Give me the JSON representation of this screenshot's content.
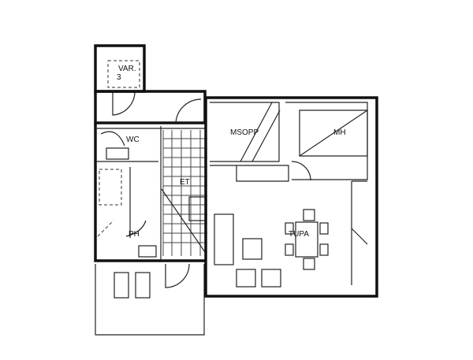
{
  "plan": {
    "rooms": {
      "storage": "VAR.",
      "storage_number": "3",
      "wc": "WC",
      "hall": "ET",
      "bathroom": "PH",
      "small_bedroom": "MSOPP",
      "bedroom": "MH",
      "living_room": "TUPA"
    }
  }
}
